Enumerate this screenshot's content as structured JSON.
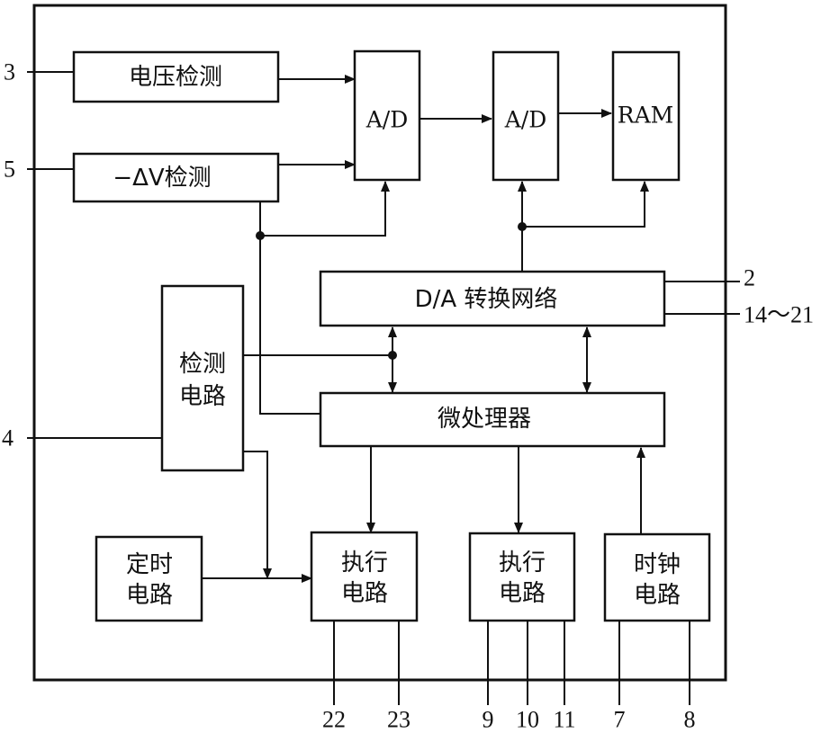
{
  "blocks": {
    "voltage_detect": "电压检测",
    "delta_v_detect": "−ΔV检测",
    "adc_1": "A/D",
    "adc_2": "A/D",
    "ram": "RAM",
    "dac_network": "D/A 转换网络",
    "detect_circuit": [
      "检测",
      "电路"
    ],
    "microprocessor": "微处理器",
    "timer_circuit": [
      "定时",
      "电路"
    ],
    "exec_circuit_1": [
      "执行",
      "电路"
    ],
    "exec_circuit_2": [
      "执行",
      "电路"
    ],
    "clock_circuit": [
      "时钟",
      "电路"
    ]
  },
  "pins": {
    "p3": "3",
    "p5": "5",
    "p4": "4",
    "p2": "2",
    "p14_21": "14～21",
    "p22": "22",
    "p23": "23",
    "p9": "9",
    "p10": "10",
    "p11": "11",
    "p7": "7",
    "p8": "8"
  }
}
